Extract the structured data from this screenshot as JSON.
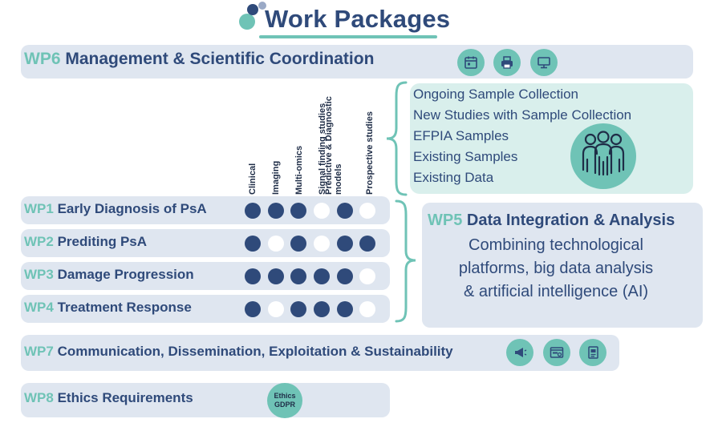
{
  "title": "Work Packages",
  "colors": {
    "navy": "#2f4a7a",
    "teal": "#6fc3b6",
    "panel": "#dfe6f0",
    "panel_teal": "#d9efec"
  },
  "wp6": {
    "num": "WP6",
    "name": "Management & Scientific Coordination",
    "icons": [
      "calendar-icon",
      "printer-icon",
      "computer-icon"
    ]
  },
  "columns": [
    "Clinical",
    "Imaging",
    "Multi-omics",
    "Signal finding studies",
    "Predictive & Diagnostic models",
    "Prospective studies"
  ],
  "rows": [
    {
      "num": "WP1",
      "name": "Early Diagnosis of PsA",
      "marks": [
        1,
        1,
        1,
        0,
        1,
        0
      ]
    },
    {
      "num": "WP2",
      "name": "Prediting PsA",
      "marks": [
        1,
        0,
        1,
        0,
        1,
        1
      ]
    },
    {
      "num": "WP3",
      "name": "Damage Progression",
      "marks": [
        1,
        1,
        1,
        1,
        1,
        0
      ]
    },
    {
      "num": "WP4",
      "name": "Treatment Response",
      "marks": [
        1,
        0,
        1,
        1,
        1,
        0
      ]
    }
  ],
  "samples": {
    "items": [
      "Ongoing Sample Collection",
      "New Studies with Sample Collection",
      "EFPIA Samples",
      "Existing Samples",
      "Existing Data"
    ],
    "icon": "people-group-icon"
  },
  "wp5": {
    "num": "WP5",
    "name": "Data Integration & Analysis",
    "desc_lines": [
      "Combining technological",
      "platforms, big data analysis",
      "& artificial intelligence (AI)"
    ]
  },
  "wp7": {
    "num": "WP7",
    "name": "Communication, Dissemination, Exploitation & Sustainability",
    "icons": [
      "megaphone-icon",
      "website-icon",
      "document-icon"
    ]
  },
  "wp8": {
    "num": "WP8",
    "name": "Ethics Requirements",
    "badge_line1": "Ethics",
    "badge_line2": "GDPR"
  }
}
